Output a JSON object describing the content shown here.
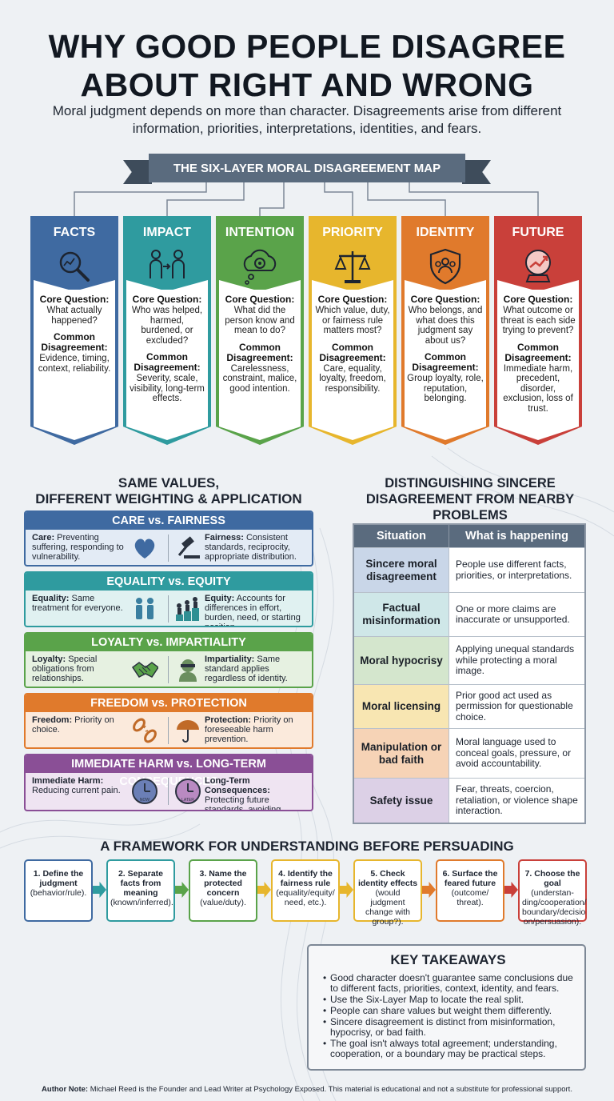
{
  "header": {
    "title_line1": "WHY GOOD PEOPLE DISAGREE",
    "title_line2": "ABOUT RIGHT AND WRONG",
    "subtitle": "Moral judgment depends on more than character. Disagreements arise from different information, priorities, interpretations, identities, and fears."
  },
  "map": {
    "banner": "THE SIX-LAYER MORAL DISAGREEMENT MAP",
    "core_label": "Core Question:",
    "common_label": "Common Disagreement:",
    "layers": [
      {
        "name": "FACTS",
        "color": "#3f6aa1",
        "icon": "magnifier-data-icon",
        "question": "What actually happened?",
        "disagreement": "Evidence, timing, context, reliability."
      },
      {
        "name": "IMPACT",
        "color": "#2f9b9f",
        "icon": "people-arrow-icon",
        "question": "Who was helped, harmed, burdened, or excluded?",
        "disagreement": "Severity, scale, visibility, long-term effects."
      },
      {
        "name": "INTENTION",
        "color": "#5aa34a",
        "icon": "thought-gear-icon",
        "question": "What did the person know and mean to do?",
        "disagreement": "Carelessness, constraint, malice, good intention."
      },
      {
        "name": "PRIORITY",
        "color": "#e7b62d",
        "icon": "scales-icon",
        "question": "Which value, duty, or fairness rule matters most?",
        "disagreement": "Care, equality, loyalty, freedom, responsibility."
      },
      {
        "name": "IDENTITY",
        "color": "#e07a2c",
        "icon": "group-shield-icon",
        "question": "Who belongs, and what does this judgment say about us?",
        "disagreement": "Group loyalty, role, reputation, belonging."
      },
      {
        "name": "FUTURE",
        "color": "#c9403a",
        "icon": "crystal-ball-icon",
        "question": "What outcome or threat is each side trying to prevent?",
        "disagreement": "Immediate harm, precedent, disorder, exclusion, loss of trust."
      }
    ]
  },
  "same_values": {
    "title_line1": "SAME VALUES,",
    "title_line2": "DIFFERENT WEIGHTING & APPLICATION",
    "pairs": [
      {
        "title": "CARE vs. FAIRNESS",
        "color": "#3f6aa1",
        "bg": "#e3ebf5",
        "left_term": "Care:",
        "left_text": " Preventing suffering, responding to vulnerability.",
        "right_term": "Fairness:",
        "right_text": " Consistent standards, reciprocity, appropriate distribution.",
        "left_icon": "heart-icon",
        "right_icon": "gavel-icon"
      },
      {
        "title": "EQUALITY vs. EQUITY",
        "color": "#2f9b9f",
        "bg": "#e0f1f1",
        "left_term": "Equality:",
        "left_text": " Same treatment for everyone.",
        "right_term": "Equity:",
        "right_text": " Accounts for differences in effort, burden, need, or starting position.",
        "left_icon": "two-people-icon",
        "right_icon": "people-on-boxes-icon"
      },
      {
        "title": "LOYALTY vs. IMPARTIALITY",
        "color": "#5aa34a",
        "bg": "#e6f1e1",
        "left_term": "Loyalty:",
        "left_text": " Special obligations from relationships.",
        "right_term": "Impartiality:",
        "right_text": " Same standard applies regardless of identity.",
        "left_icon": "handshake-icon",
        "right_icon": "blindfold-icon"
      },
      {
        "title": "FREEDOM vs. PROTECTION",
        "color": "#e07a2c",
        "bg": "#fbeadc",
        "left_term": "Freedom:",
        "left_text": " Priority on choice.",
        "right_term": "Protection:",
        "right_text": " Priority on foreseeable harm prevention.",
        "left_icon": "broken-chain-icon",
        "right_icon": "umbrella-icon"
      },
      {
        "title": "IMMEDIATE HARM vs. LONG-TERM CONSEQUENCES",
        "color": "#8a4f96",
        "bg": "#efe4f2",
        "left_term": "Immediate Harm:",
        "left_text": " Reducing current pain.",
        "right_term": "Long-Term Consequences:",
        "right_text": " Protecting future standards, avoiding burdens.",
        "left_icon": "clock-now-icon",
        "right_icon": "clock-later-icon",
        "left_clock_text": "NOW",
        "right_clock_text": "LATER"
      }
    ]
  },
  "distinguishing": {
    "title": "DISTINGUISHING SINCERE DISAGREEMENT FROM NEARBY PROBLEMS",
    "col1": "Situation",
    "col2": "What is happening",
    "rows": [
      {
        "situation": "Sincere moral disagreement",
        "happening": "People use different facts, priorities, or interpretations.",
        "color": "#c9d6e8"
      },
      {
        "situation": "Factual misinformation",
        "happening": "One or more claims are inaccurate or unsupported.",
        "color": "#cfe7e8"
      },
      {
        "situation": "Moral hypocrisy",
        "happening": "Applying unequal standards while protecting a moral image.",
        "color": "#d4e6cd"
      },
      {
        "situation": "Moral licensing",
        "happening": "Prior good act used as permission for questionable choice.",
        "color": "#f8e6b2"
      },
      {
        "situation": "Manipulation or bad faith",
        "happening": "Moral language used to conceal goals, pressure, or avoid accountability.",
        "color": "#f6d3b6"
      },
      {
        "situation": "Safety issue",
        "happening": "Fear, threats, coercion, retaliation, or violence shape interaction.",
        "color": "#dcd0e6"
      }
    ]
  },
  "framework": {
    "title": "A FRAMEWORK FOR UNDERSTANDING BEFORE PERSUADING",
    "steps": [
      {
        "bold": "1. Define the judgment",
        "text": " (behavior/rule).",
        "color": "#3f6aa1"
      },
      {
        "bold": "2. Separate facts from meaning",
        "text": " (known/inferred).",
        "color": "#2f9b9f"
      },
      {
        "bold": "3. Name the protected concern",
        "text": " (value/duty).",
        "color": "#5aa34a"
      },
      {
        "bold": "4. Identify the fairness rule",
        "text": " (equality/equity/ need, etc.).",
        "color": "#e7b62d"
      },
      {
        "bold": "5. Check identity effects",
        "text": " (would judgment change with group?).",
        "color": "#e7b62d"
      },
      {
        "bold": "6. Surface the feared future",
        "text": " (outcome/ threat).",
        "color": "#e07a2c"
      },
      {
        "bold": "7. Choose the goal",
        "text": " (understan-ding/cooperation/ boundary/decisio on/persuasion).",
        "color": "#c9403a"
      }
    ]
  },
  "takeaways": {
    "title": "KEY TAKEAWAYS",
    "items": [
      "Good character doesn't guarantee same conclusions due to different facts, priorities, context, identity, and fears.",
      "Use the Six-Layer Map to locate the real split.",
      "People can share values but weight them differently.",
      "Sincere disagreement is distinct from misinformation, hypocrisy, or bad faith.",
      "The goal isn't always total agreement; understanding, cooperation, or a boundary may be practical steps."
    ]
  },
  "footer": {
    "label": "Author Note:",
    "text": " Michael Reed is the Founder and Lead Writer at Psychology Exposed. This material is educational and not a substitute for professional support."
  }
}
